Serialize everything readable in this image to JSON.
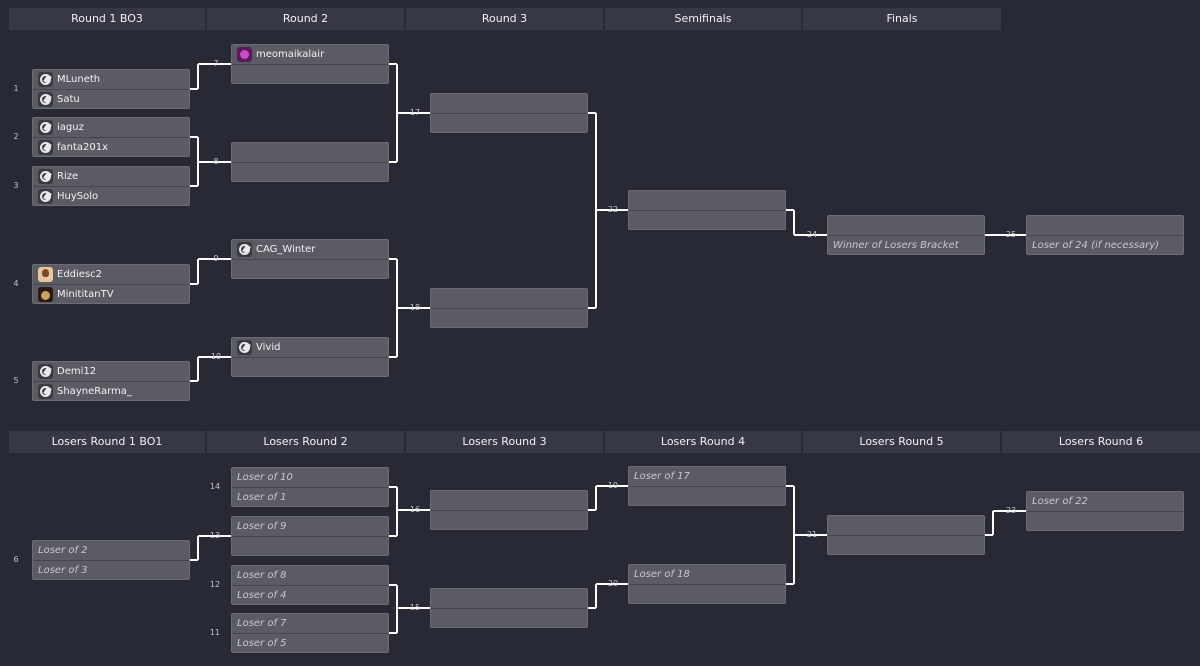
{
  "winners_headers": [
    "Round 1 BO3",
    "Round 2",
    "Round 3",
    "Semifinals",
    "Finals"
  ],
  "losers_headers": [
    "Losers Round 1 BO1",
    "Losers Round 2",
    "Losers Round 3",
    "Losers Round 4",
    "Losers Round 5",
    "Losers Round 6"
  ],
  "matches": {
    "m1": {
      "number": "1",
      "slots": [
        {
          "name": "MLuneth",
          "icon": "default-avatar-icon"
        },
        {
          "name": "Satu",
          "icon": "default-avatar-icon"
        }
      ]
    },
    "m2": {
      "number": "2",
      "slots": [
        {
          "name": "iaguz",
          "icon": "default-avatar-icon"
        },
        {
          "name": "fanta201x",
          "icon": "default-avatar-icon"
        }
      ]
    },
    "m3": {
      "number": "3",
      "slots": [
        {
          "name": "Rize",
          "icon": "default-avatar-icon"
        },
        {
          "name": "HuySolo",
          "icon": "default-avatar-icon"
        }
      ]
    },
    "m4": {
      "number": "4",
      "slots": [
        {
          "name": "Eddiesc2",
          "icon": "face-avatar-icon"
        },
        {
          "name": "MinititanTV",
          "icon": "dog-avatar-icon"
        }
      ]
    },
    "m5": {
      "number": "5",
      "slots": [
        {
          "name": "Demi12",
          "icon": "default-avatar-icon"
        },
        {
          "name": "ShayneRarma_",
          "icon": "default-avatar-icon"
        }
      ]
    },
    "m7": {
      "number": "7",
      "slots": [
        {
          "name": "meomaikalair",
          "icon": "purple-avatar-icon"
        },
        {
          "name": ""
        }
      ]
    },
    "m8": {
      "number": "8",
      "slots": [
        {
          "name": ""
        },
        {
          "name": ""
        }
      ]
    },
    "m9": {
      "number": "9",
      "slots": [
        {
          "name": "CAG_Winter",
          "icon": "default-avatar-icon"
        },
        {
          "name": ""
        }
      ]
    },
    "m10": {
      "number": "10",
      "slots": [
        {
          "name": "Vivid",
          "icon": "default-avatar-icon"
        },
        {
          "name": ""
        }
      ]
    },
    "m17": {
      "number": "17",
      "slots": [
        {
          "name": ""
        },
        {
          "name": ""
        }
      ]
    },
    "m18": {
      "number": "18",
      "slots": [
        {
          "name": ""
        },
        {
          "name": ""
        }
      ]
    },
    "m22": {
      "number": "22",
      "slots": [
        {
          "name": ""
        },
        {
          "name": ""
        }
      ]
    },
    "m24": {
      "number": "24",
      "slots": [
        {
          "name": ""
        },
        {
          "placeholder": "Winner of Losers Bracket"
        }
      ]
    },
    "m25": {
      "number": "25",
      "slots": [
        {
          "name": ""
        },
        {
          "placeholder": "Loser of 24 (if necessary)"
        }
      ]
    },
    "m6": {
      "number": "6",
      "slots": [
        {
          "placeholder": "Loser of 2"
        },
        {
          "placeholder": "Loser of 3"
        }
      ]
    },
    "m14": {
      "number": "14",
      "slots": [
        {
          "placeholder": "Loser of 10"
        },
        {
          "placeholder": "Loser of 1"
        }
      ]
    },
    "m13": {
      "number": "13",
      "slots": [
        {
          "placeholder": "Loser of 9"
        },
        {
          "name": ""
        }
      ]
    },
    "m12": {
      "number": "12",
      "slots": [
        {
          "placeholder": "Loser of 8"
        },
        {
          "placeholder": "Loser of 4"
        }
      ]
    },
    "m11": {
      "number": "11",
      "slots": [
        {
          "placeholder": "Loser of 7"
        },
        {
          "placeholder": "Loser of 5"
        }
      ]
    },
    "m16": {
      "number": "16",
      "slots": [
        {
          "name": ""
        },
        {
          "name": ""
        }
      ]
    },
    "m15": {
      "number": "15",
      "slots": [
        {
          "name": ""
        },
        {
          "name": ""
        }
      ]
    },
    "m19": {
      "number": "19",
      "slots": [
        {
          "placeholder": "Loser of 17"
        },
        {
          "name": ""
        }
      ]
    },
    "m20": {
      "number": "20",
      "slots": [
        {
          "placeholder": "Loser of 18"
        },
        {
          "name": ""
        }
      ]
    },
    "m21": {
      "number": "21",
      "slots": [
        {
          "name": ""
        },
        {
          "name": ""
        }
      ]
    },
    "m23": {
      "number": "23",
      "slots": [
        {
          "placeholder": "Loser of 22"
        },
        {
          "name": ""
        }
      ]
    }
  },
  "colors": {
    "background": "#272a34",
    "header": "#363945",
    "match": "#5b5b63",
    "connector": "#ffffff"
  }
}
